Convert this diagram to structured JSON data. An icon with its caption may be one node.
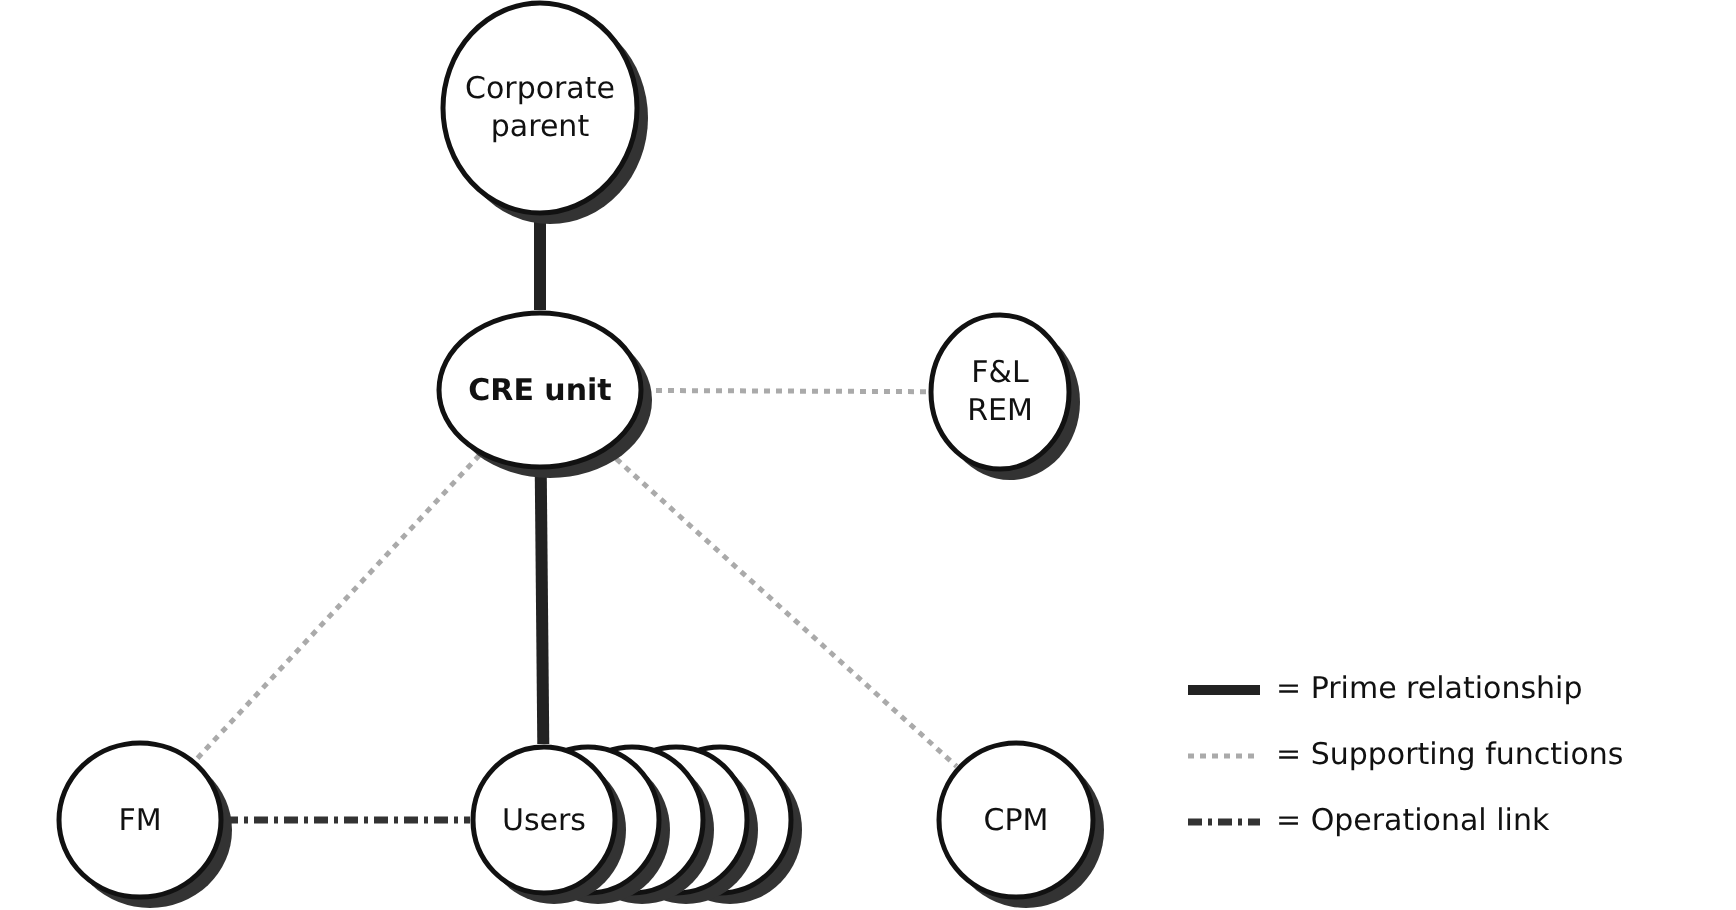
{
  "diagram": {
    "nodes": [
      {
        "text": [
          "Corporate parent"
        ]
      },
      {
        "text": [
          "CRE unit"
        ]
      },
      {
        "text": [
          "F&L REM"
        ]
      },
      {
        "text": [
          "FM"
        ]
      },
      {
        "text": [
          "Users"
        ]
      },
      {
        "text": [
          "CPM"
        ]
      }
    ],
    "edges": [
      {
        "from": 0,
        "to": 1,
        "arrow": "none",
        "style": "thick",
        "color": "#222222"
      },
      {
        "from": 1,
        "to": 2,
        "arrow": "none",
        "style": "dashed"
      },
      {
        "from": 1,
        "to": 3,
        "arrow": "none",
        "style": "dashed"
      },
      {
        "from": 1,
        "to": 4,
        "arrow": "none",
        "style": "thick",
        "color": "#222222"
      },
      {
        "from": 1,
        "to": 5,
        "arrow": "none",
        "style": "dashed"
      },
      {
        "from": 3,
        "to": 4,
        "arrow": "none",
        "style": "dashed",
        "color": "#333333"
      }
    ],
    "legend": [
      {
        "text": "= Prime relationship"
      },
      {
        "text": "= Supporting functions"
      },
      {
        "text": "= Operational link"
      }
    ]
  }
}
